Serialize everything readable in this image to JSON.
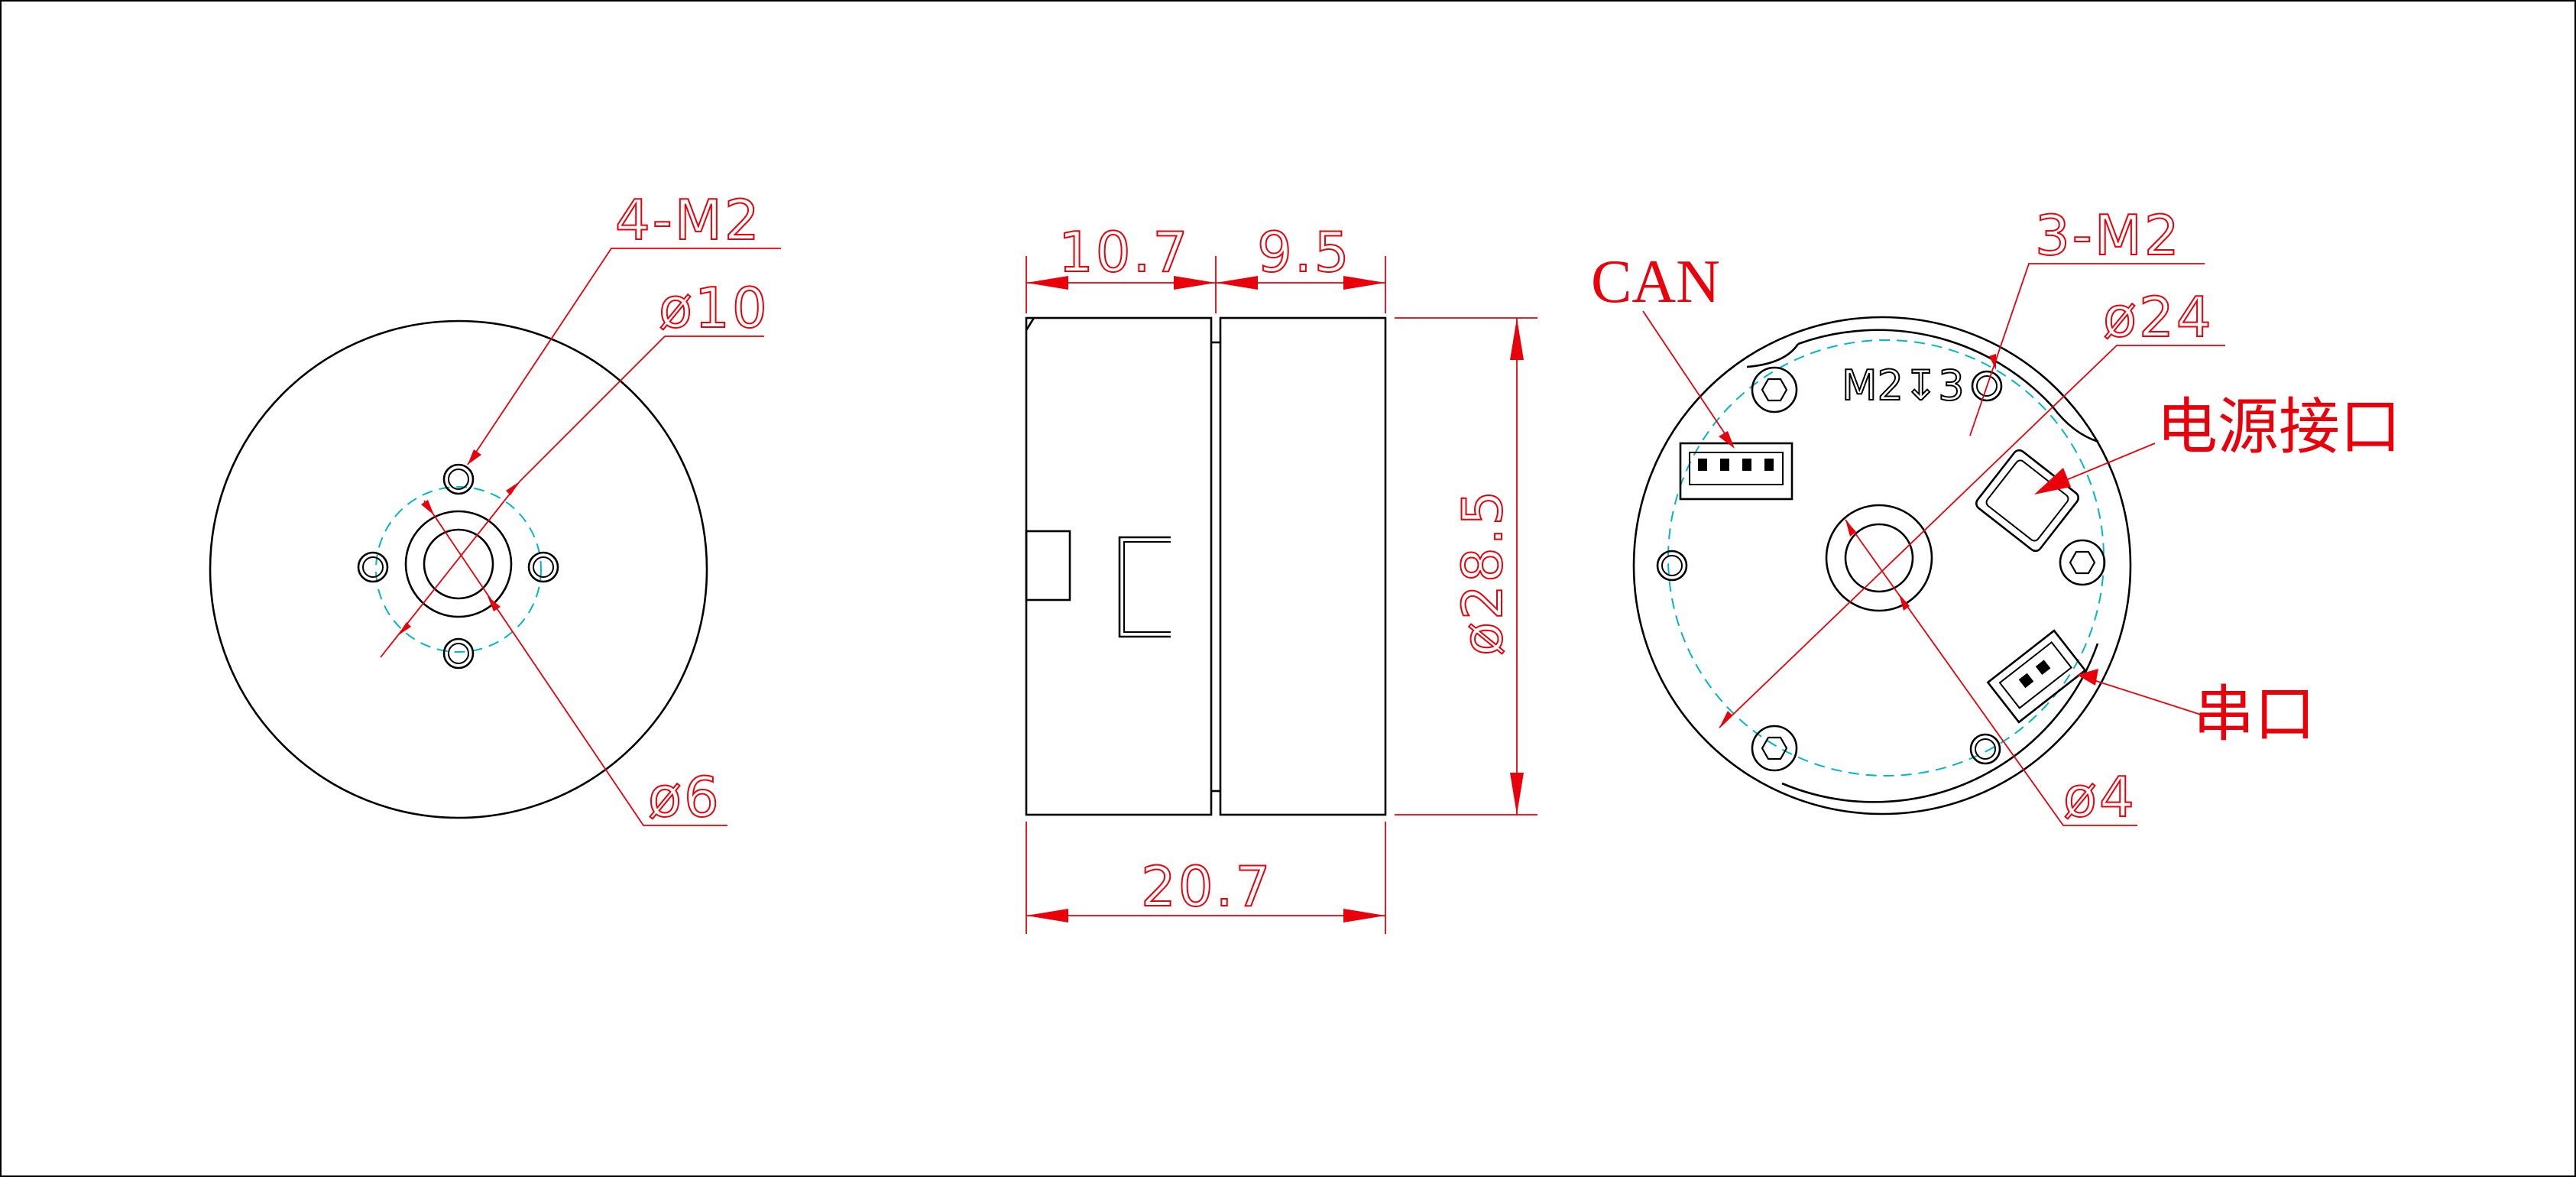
{
  "front_view": {
    "hole_callout": "4-M2",
    "pitch_circle_dia": "ø10",
    "bore_dia": "ø6"
  },
  "side_view": {
    "length_left": "10.7",
    "length_right": "9.5",
    "total_length": "20.7",
    "outer_dia": "ø28.5"
  },
  "back_view": {
    "hole_callout": "3-M2",
    "pitch_circle_dia": "ø24",
    "bore_dia": "ø4",
    "thread_mark": "M2↧3",
    "can_label": "CAN",
    "power_label": "电源接口",
    "serial_label": "串口"
  },
  "colors": {
    "outline": "#000000",
    "dimension": "#e8000b",
    "centerline": "#00b7c9"
  }
}
